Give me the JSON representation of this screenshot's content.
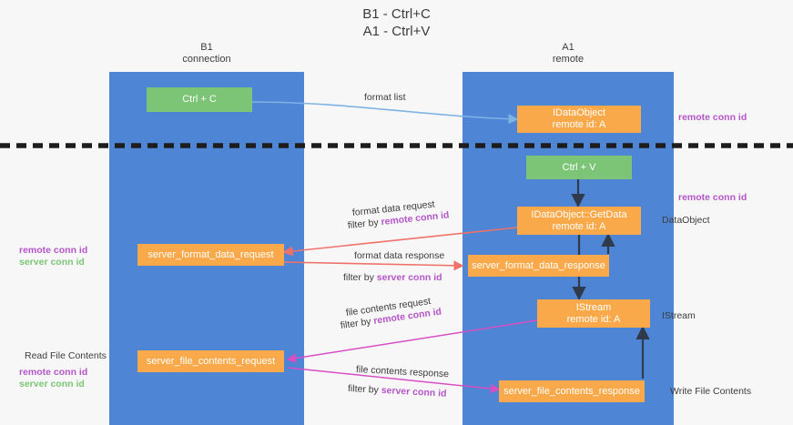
{
  "title": {
    "line1": "B1 - Ctrl+C",
    "line2": "A1 - Ctrl+V"
  },
  "lanes": [
    {
      "id": "b1",
      "name": "B1",
      "subtitle": "connection",
      "color": "#4e85d4"
    },
    {
      "id": "a1",
      "name": "A1",
      "subtitle": "remote",
      "color": "#4e85d4"
    }
  ],
  "colors": {
    "lane": "#4e85d4",
    "green_node": "#7cc576",
    "orange_node": "#f9a94a",
    "purple_text": "#b455c8",
    "green_text": "#7cc576",
    "arrow_blue": "#7fb2e5",
    "arrow_red": "#f0716a",
    "arrow_pink": "#d84fc4",
    "arrow_dark": "#2f3a4a",
    "divider": "#1d1d1d",
    "background": "#f7f7f7"
  },
  "nodes": {
    "ctrl_c": {
      "label": "Ctrl + C",
      "style": "green"
    },
    "idataobject": {
      "label_line1": "IDataObject",
      "label_line2": "remote id: A",
      "style": "orange"
    },
    "ctrl_v": {
      "label": "Ctrl + V",
      "style": "green"
    },
    "getdata": {
      "label_line1": "IDataObject::GetData",
      "label_line2": "remote id: A",
      "style": "orange"
    },
    "server_format_data_request": {
      "label": "server_format_data_request",
      "style": "orange"
    },
    "server_format_data_response": {
      "label": "server_format_data_response",
      "style": "orange"
    },
    "istream": {
      "label_line1": "IStream",
      "label_line2": "remote id: A",
      "style": "orange"
    },
    "server_file_contents_request": {
      "label": "server_file_contents_request",
      "style": "orange"
    },
    "server_file_contents_response": {
      "label": "server_file_contents_response",
      "style": "orange"
    }
  },
  "edge_labels": {
    "format_list": "format list",
    "format_data_request": "format data request",
    "format_data_request_filter_prefix": "filter by ",
    "format_data_request_filter_value": "remote conn id",
    "format_data_response": "format data response",
    "format_data_response_filter_prefix": "filter by ",
    "format_data_response_filter_value": "server conn id",
    "file_contents_request": "file contents request",
    "file_contents_request_filter_prefix": "filter by ",
    "file_contents_request_filter_value": "remote conn id",
    "file_contents_response": "file contents response",
    "file_contents_response_filter_prefix": "filter by ",
    "file_contents_response_filter_value": "server conn id"
  },
  "side_labels": {
    "right_remote_conn_id_top": "remote conn id",
    "right_remote_conn_id_mid": "remote conn id",
    "right_dataobject": "DataObject",
    "right_istream": "IStream",
    "right_write_file_contents": "Write File Contents",
    "left_remote_conn_id": "remote conn id",
    "left_server_conn_id": "server conn id",
    "left_read_file_contents": "Read File Contents",
    "left_bottom_remote_conn_id": "remote conn id",
    "left_bottom_server_conn_id": "server conn id"
  }
}
